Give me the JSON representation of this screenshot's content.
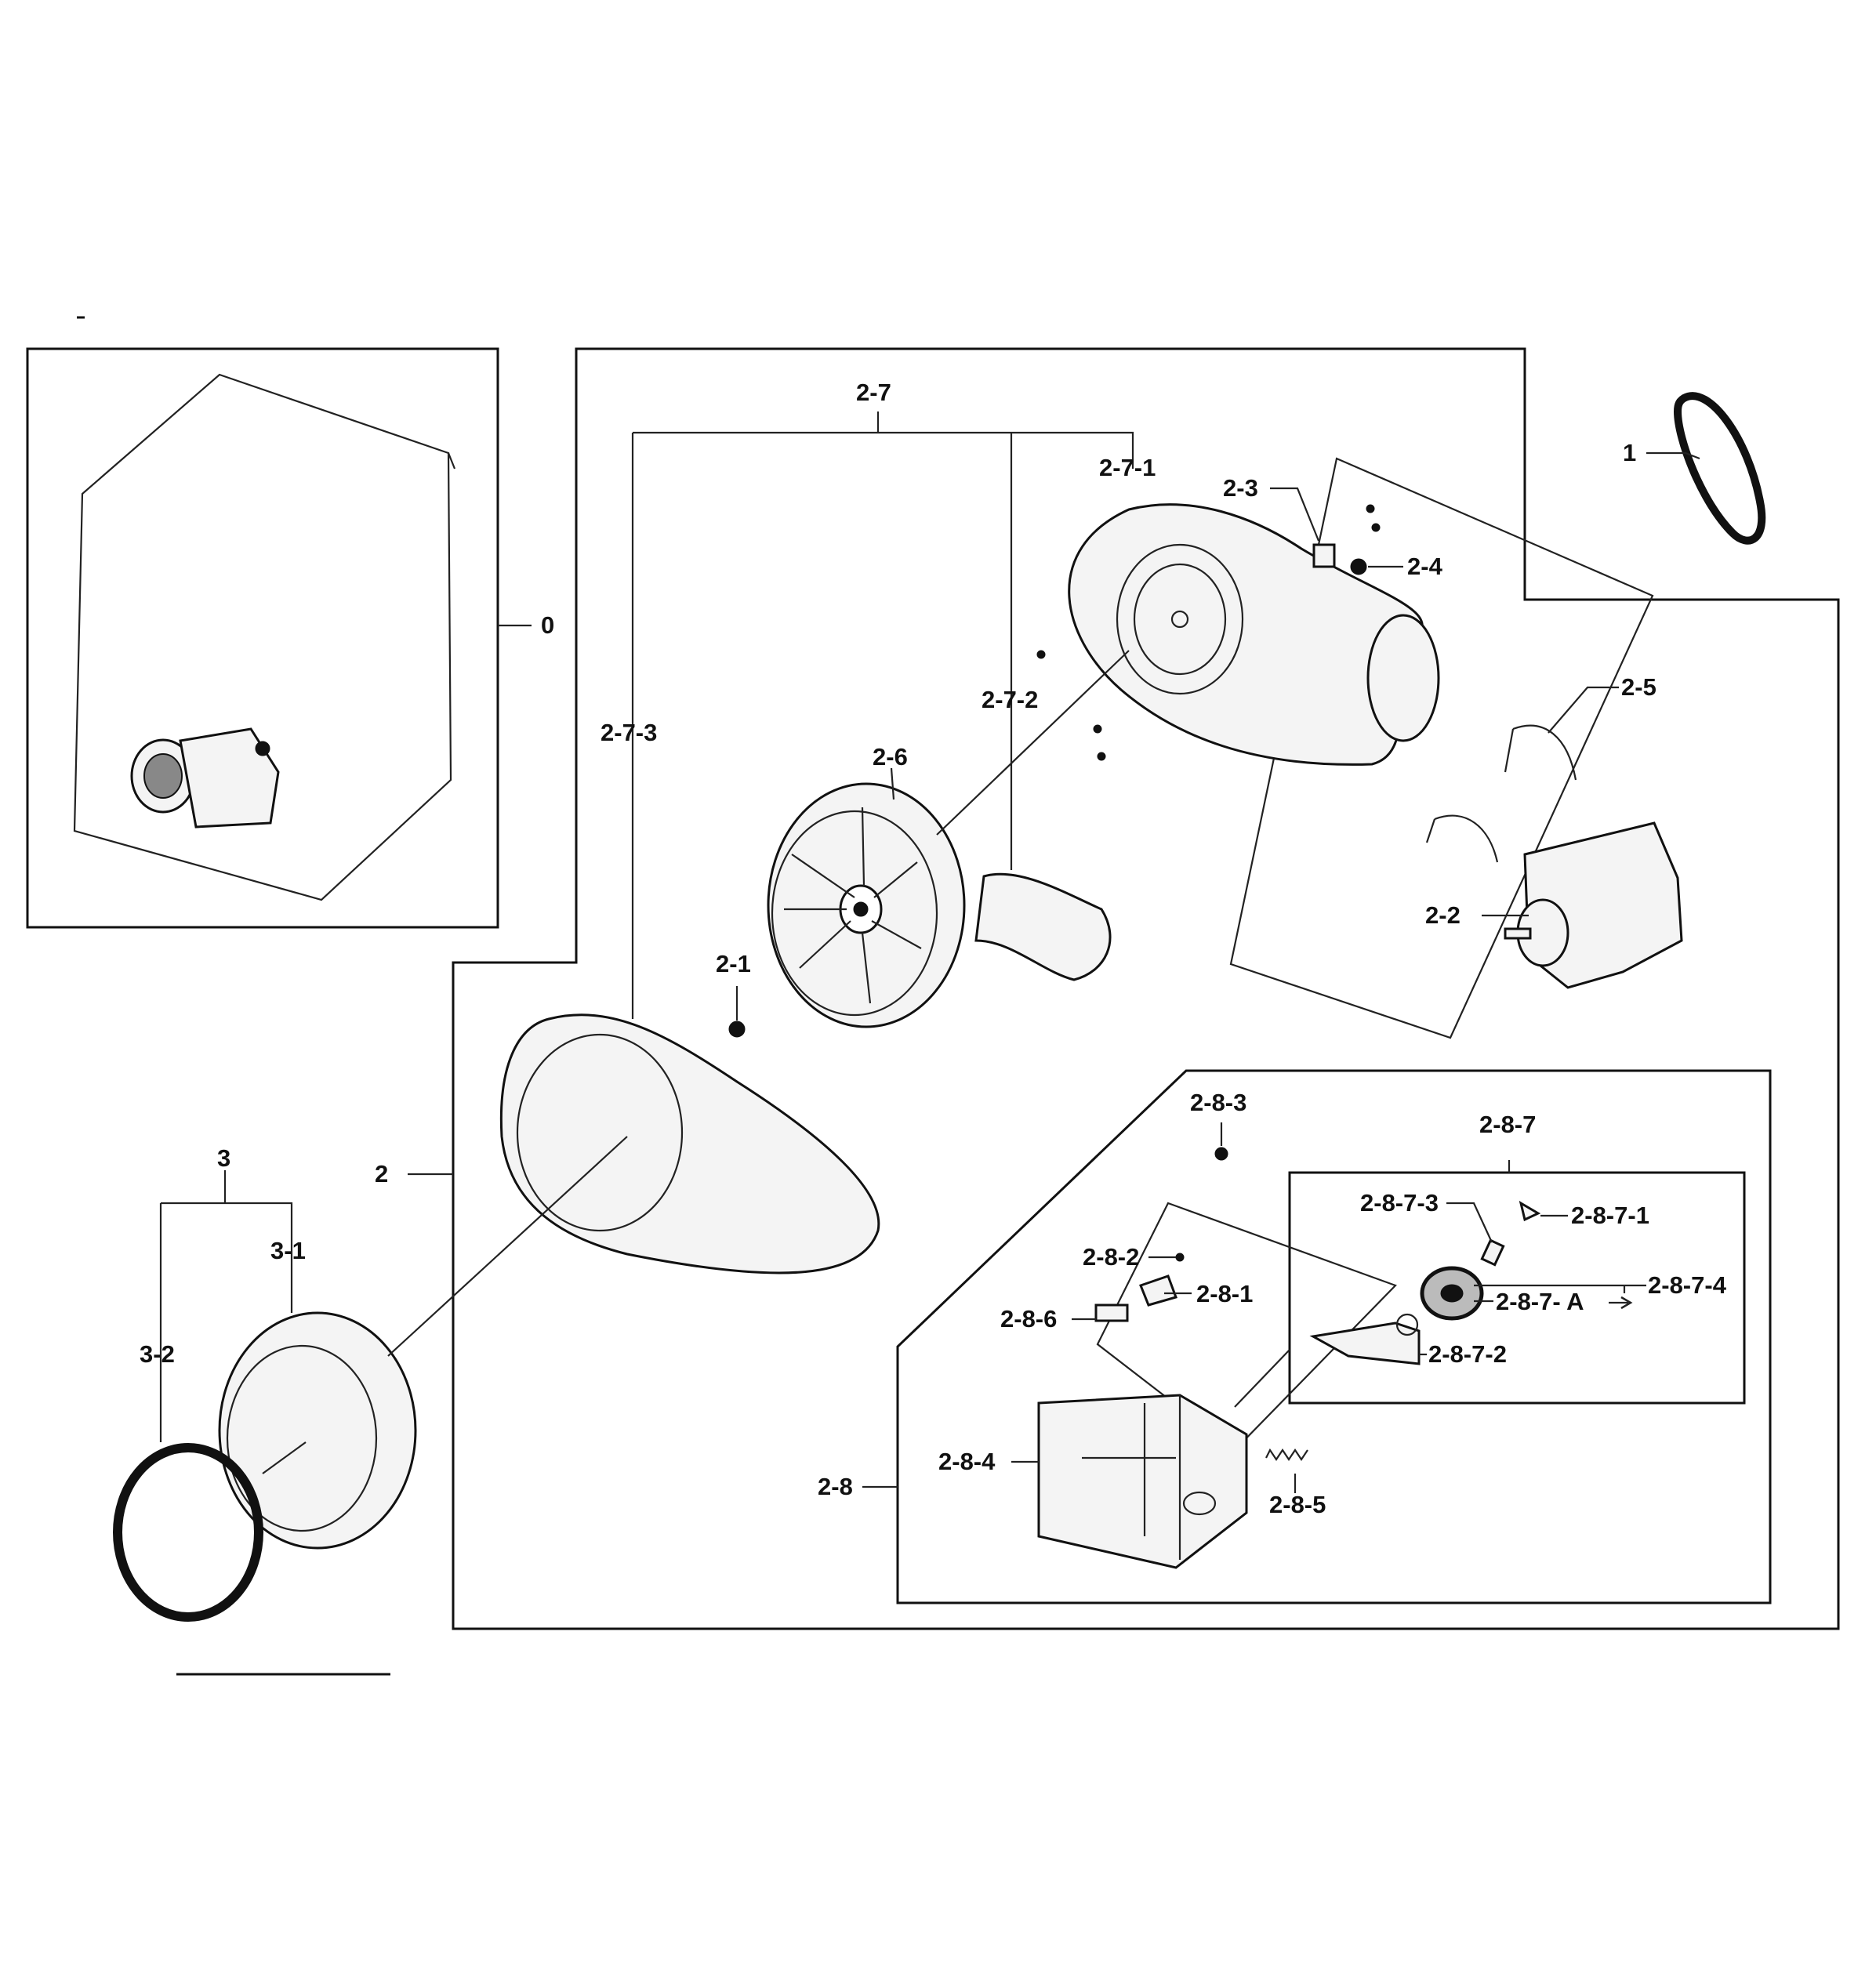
{
  "diagram": {
    "labels": {
      "l0": "0",
      "l1": "1",
      "l2": "2",
      "l2_1": "2-1",
      "l2_2": "2-2",
      "l2_3": "2-3",
      "l2_4": "2-4",
      "l2_5": "2-5",
      "l2_6": "2-6",
      "l2_7": "2-7",
      "l2_7_1": "2-7-1",
      "l2_7_2": "2-7-2",
      "l2_7_3": "2-7-3",
      "l2_8": "2-8",
      "l2_8_1": "2-8-1",
      "l2_8_2": "2-8-2",
      "l2_8_3": "2-8-3",
      "l2_8_4": "2-8-4",
      "l2_8_5": "2-8-5",
      "l2_8_6": "2-8-6",
      "l2_8_7": "2-8-7",
      "l2_8_7_1": "2-8-7-1",
      "l2_8_7_2": "2-8-7-2",
      "l2_8_7_3": "2-8-7-3",
      "l2_8_7_4": "2-8-7-4",
      "l2_8_7_A": "2-8-7- A",
      "l3": "3",
      "l3_1": "3-1",
      "l3_2": "3-2"
    }
  }
}
